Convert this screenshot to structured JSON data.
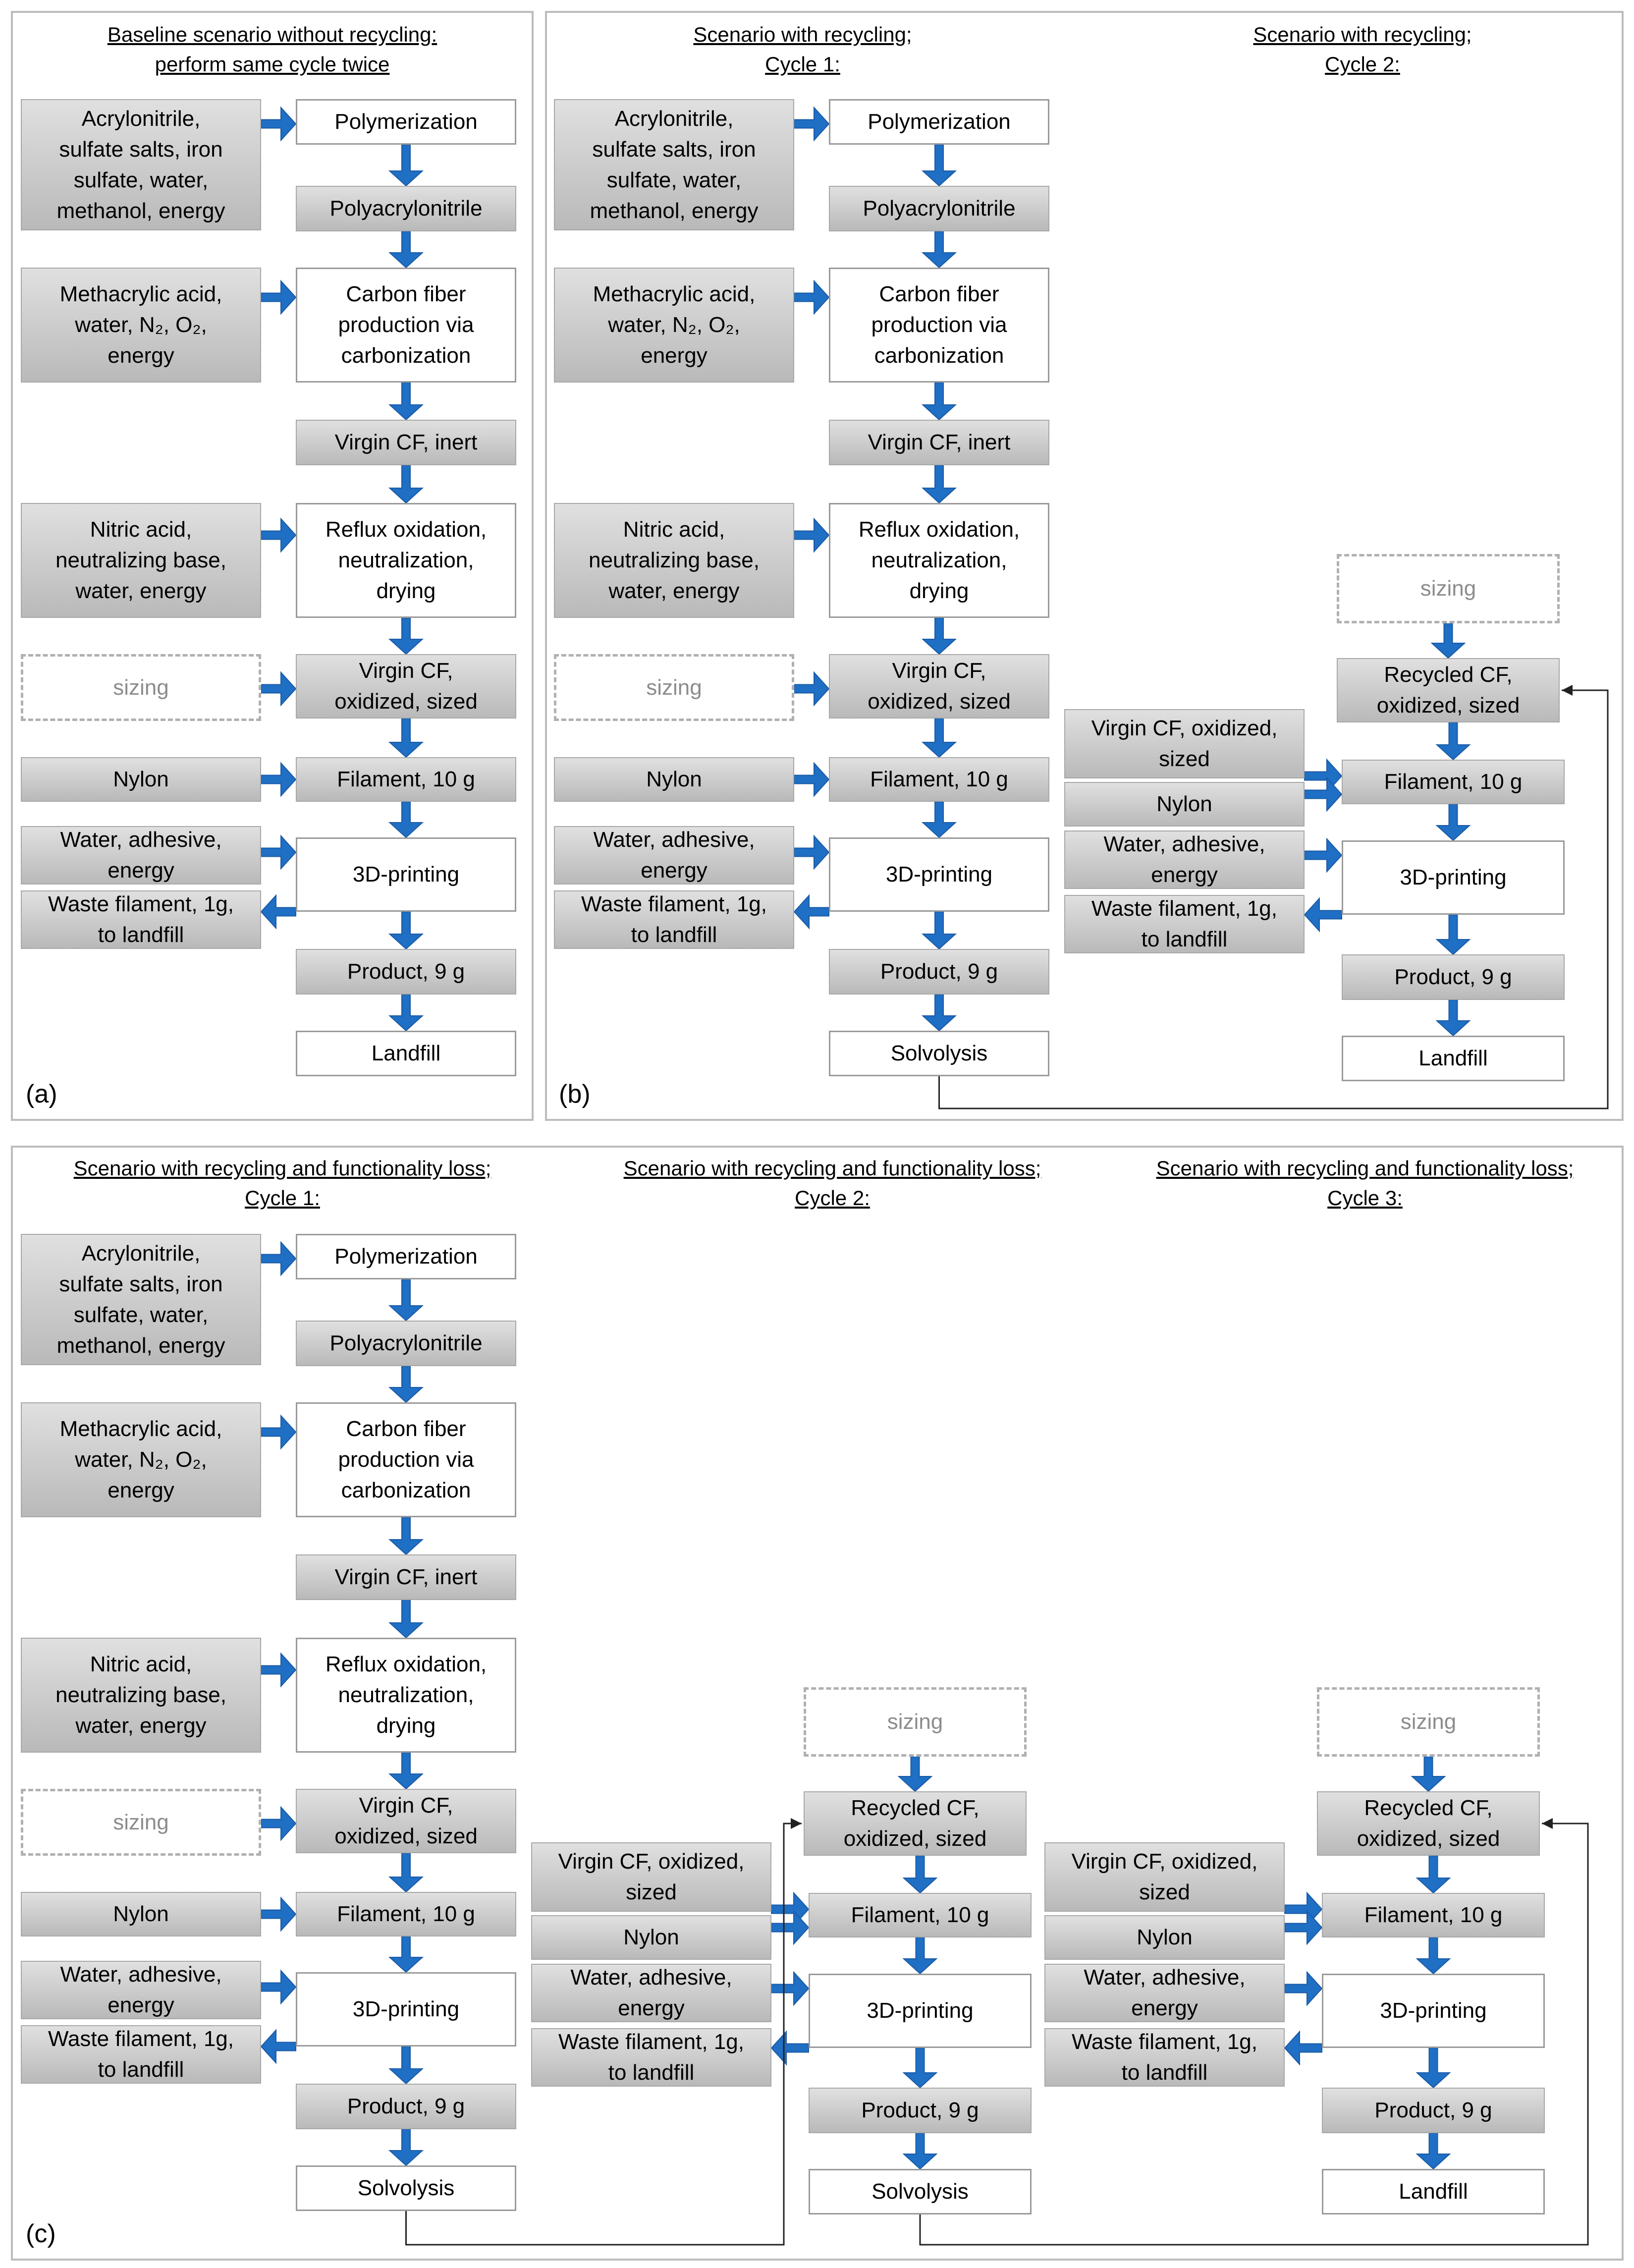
{
  "panels": {
    "a": {
      "label": "(a)",
      "title": [
        "Baseline scenario without recycling:",
        "perform same cycle twice"
      ]
    },
    "b": {
      "label": "(b)",
      "title_c1": [
        "Scenario with recycling;",
        "Cycle 1:"
      ],
      "title_c2": [
        "Scenario with recycling;",
        "Cycle 2:"
      ]
    },
    "c": {
      "label": "(c)",
      "title_c1": [
        "Scenario with recycling and functionality loss;",
        "Cycle 1:"
      ],
      "title_c2": [
        "Scenario with recycling and functionality loss;",
        "Cycle 2:"
      ],
      "title_c3": [
        "Scenario with recycling and functionality loss;",
        "Cycle 3:"
      ]
    }
  },
  "labels": {
    "inputs_pan": "Acrylonitrile,\nsulfate salts, iron\nsulfate, water,\nmethanol, energy",
    "polymerization": "Polymerization",
    "polyacrylonitrile": "Polyacrylonitrile",
    "inputs_cf": "Methacrylic acid,\nwater, N₂, O₂,\nenergy",
    "carbonization": "Carbon fiber\nproduction via\ncarbonization",
    "virgin_inert": "Virgin CF, inert",
    "inputs_ox": "Nitric acid,\nneutralizing base,\nwater, energy",
    "oxidation": "Reflux oxidation,\nneutralization,\ndrying",
    "sizing": "sizing",
    "virgin_sized": "Virgin CF,\noxidized, sized",
    "recycled_sized": "Recycled CF,\noxidized, sized",
    "nylon": "Nylon",
    "virgin_input": "Virgin CF, oxidized,\nsized",
    "filament": "Filament, 10 g",
    "water_adhesive": "Water, adhesive,\nenergy",
    "printing": "3D-printing",
    "waste": "Waste filament, 1g,\nto landfill",
    "product": "Product, 9 g",
    "landfill": "Landfill",
    "solvolysis": "Solvolysis"
  },
  "colors": {
    "arrow": "#1f6fc4",
    "arrow_edge": "#1a5aa6",
    "box_gray_top": "#e0e0e0",
    "box_gray_bottom": "#b9b9b9",
    "dashed_text": "#8c8c8c"
  }
}
